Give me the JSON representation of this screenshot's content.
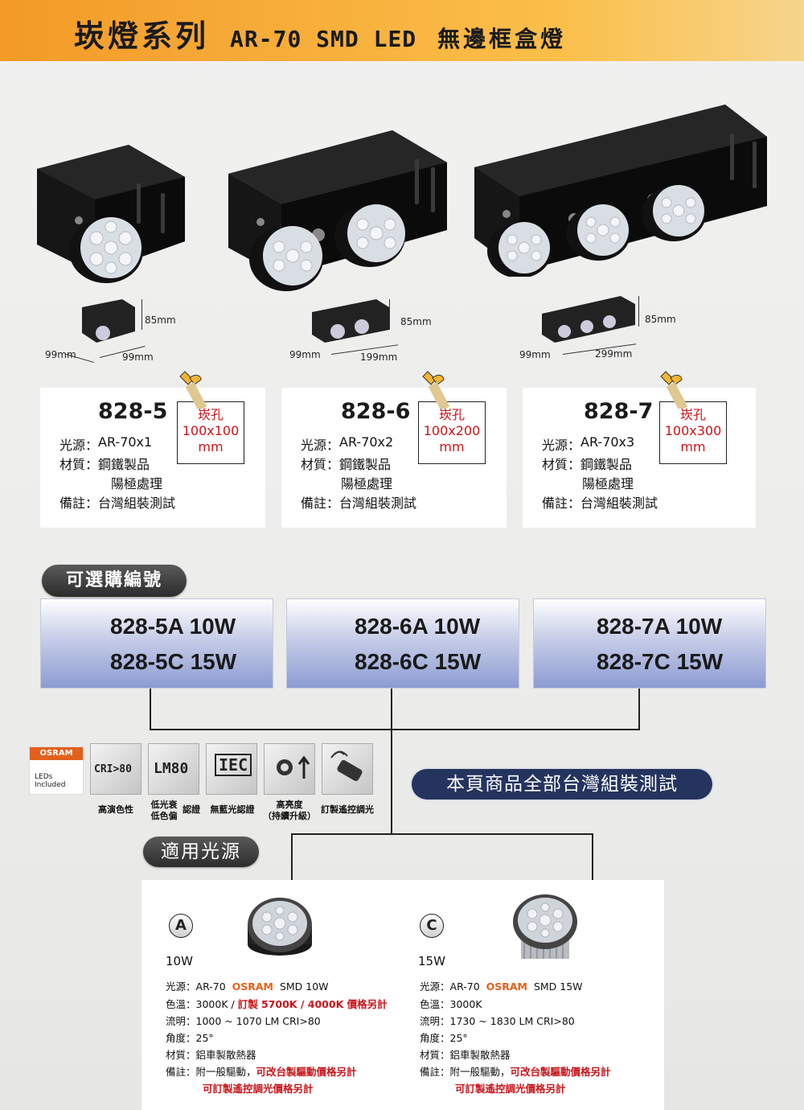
{
  "banner": {
    "series": "崁燈系列",
    "model": "AR-70 SMD LED",
    "name": "無邊框盒燈"
  },
  "products": [
    {
      "model": "828-5",
      "hole_label": "崁孔",
      "hole_size": "100x100",
      "hole_unit": "mm",
      "height_dim": "85mm",
      "depth_dim": "99mm",
      "width_dim": "99mm",
      "source_label": "光源：",
      "source": "AR-70x1",
      "material_label": "材質：",
      "material_1": "鋼鐵製品",
      "material_2": "陽極處理",
      "note_label": "備註：",
      "note": "台灣組裝測試"
    },
    {
      "model": "828-6",
      "hole_label": "崁孔",
      "hole_size": "100x200",
      "hole_unit": "mm",
      "height_dim": "85mm",
      "depth_dim": "99mm",
      "width_dim": "199mm",
      "source_label": "光源：",
      "source": "AR-70x2",
      "material_label": "材質：",
      "material_1": "鋼鐵製品",
      "material_2": "陽極處理",
      "note_label": "備註：",
      "note": "台灣組裝測試"
    },
    {
      "model": "828-7",
      "hole_label": "崁孔",
      "hole_size": "100x300",
      "hole_unit": "mm",
      "height_dim": "85mm",
      "depth_dim": "99mm",
      "width_dim": "299mm",
      "source_label": "光源：",
      "source": "AR-70x3",
      "material_label": "材質：",
      "material_1": "鋼鐵製品",
      "material_2": "陽極處理",
      "note_label": "備註：",
      "note": "台灣組裝測試"
    }
  ],
  "order_section": {
    "title": "可選購編號",
    "groups": [
      {
        "line1": "828-5A 10W",
        "line2": "828-5C 15W"
      },
      {
        "line1": "828-6A 10W",
        "line2": "828-6C 15W"
      },
      {
        "line1": "828-7A 10W",
        "line2": "828-7C 15W"
      }
    ]
  },
  "badges": {
    "osram_brand": "OSRAM",
    "osram_sub1": "LEDs",
    "osram_sub2": "Included",
    "cri_text": "CRI>80",
    "lm80_text": "LM80",
    "iec_text": "IEC",
    "label_cri": "高演色性",
    "label_lm80_1": "低光衰",
    "label_lm80_2": "低色偏",
    "label_cert": "認證",
    "label_iec": "無藍光認證",
    "label_bright_1": "高亮度",
    "label_bright_2": "（持續升級）",
    "label_remote": "訂製遙控調光"
  },
  "assembly_note": "本頁商品全部台灣組裝測試",
  "source_section": {
    "title": "適用光源",
    "sources": [
      {
        "letter": "A",
        "watt": "10W",
        "src_label": "光源：",
        "src_pre": "AR-70",
        "src_brand": "OSRAM",
        "src_post": "SMD  10W",
        "temp_label": "色溫：",
        "temp_main": "3000K / ",
        "temp_custom": "訂製 5700K / 4000K 價格另計",
        "flux_label": "流明：",
        "flux": "1000 ~ 1070 LM  CRI>80",
        "angle_label": "角度：",
        "angle": "25°",
        "mat_label": "材質：",
        "mat": "鋁車製散熱器",
        "note_label": "備註：",
        "note_main": "附一般驅動，",
        "note_custom": "可改台製驅動價格另計",
        "note_custom2": "可訂製遙控調光價格另計"
      },
      {
        "letter": "C",
        "watt": "15W",
        "src_label": "光源：",
        "src_pre": "AR-70",
        "src_brand": "OSRAM",
        "src_post": "SMD  15W",
        "temp_label": "色溫：",
        "temp_main": "3000K",
        "temp_custom": "",
        "flux_label": "流明：",
        "flux": "1730 ~ 1830 LM  CRI>80",
        "angle_label": "角度：",
        "angle": "25°",
        "mat_label": "材質：",
        "mat": "鋁車製散熱器",
        "note_label": "備註：",
        "note_main": "附一般驅動，",
        "note_custom": "可改台製驅動價格另計",
        "note_custom2": "可訂製遙控調光價格另計"
      }
    ]
  },
  "colors": {
    "banner_orange": "#f39a28",
    "red_text": "#c8151b",
    "osram_orange": "#e2611c",
    "assembly_navy": "#24345f",
    "order_blue": "#8c9bd2"
  }
}
